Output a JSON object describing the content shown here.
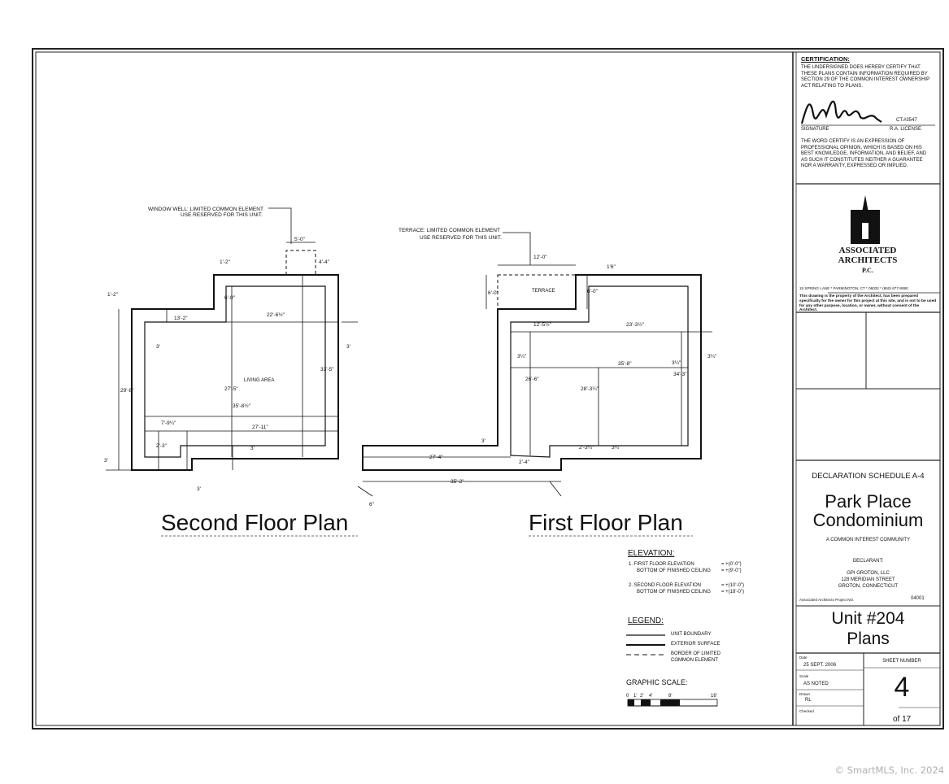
{
  "certification": {
    "title": "CERTIFICATION:",
    "text": "THE UNDERSIGNED DOES HEREBY CERTIFY THAT THESE PLANS CONTAIN INFORMATION REQUIRED BY SECTION 29 OF THE COMMON INTEREST OWNERSHIP ACT RELATING TO PLANS.",
    "license_no": "CT.#3547",
    "signature_label": "SIGNATURE",
    "license_label": "R.A. LICENSE",
    "disclaimer": "THE WORD CERTIFY IS AN EXPRESSION OF PROFESSIONAL OPINION, WHICH IS BASED ON HIS BEST KNOWLEDGE, INFORMATION, AND BELIEF, AND AS SUCH IT CONSTITUTES NEITHER A GUARANTEE NOR A WARRANTY, EXPRESSED OR IMPLIED."
  },
  "architect": {
    "name_line1": "ASSOCIATED",
    "name_line2": "ARCHITECTS",
    "suffix": "P.C.",
    "address": "15 SPRING LANE * FARMINGTON, CT * 06032 * (860) 677-8890",
    "notice": "This drawing is the property of the Architect, has been prepared specifically for the owner for this project at this site, and is not to be used for any other purpose, location, or owner, without consent of the Architect."
  },
  "project": {
    "schedule": "DECLARATION SCHEDULE A-4",
    "name_line1": "Park Place",
    "name_line2": "Condominium",
    "subtitle": "A COMMON INTEREST COMMUNITY",
    "declarant_label": "DECLARANT:",
    "declarant_name": "GPI GROTON, LLC",
    "declarant_street": "128 MERIDIAN STREET",
    "declarant_city": "GROTON, CONNECTICUT",
    "project_no_label": "Associated Architects Project NO.",
    "project_no": "04001",
    "unit_title_line1": "Unit #204",
    "unit_title_line2": "Plans",
    "date_label": "Date",
    "date": "25 SEPT. 2006",
    "scale_label": "Scale",
    "scale": "AS NOTED",
    "drawn_label": "Drawn",
    "drawn": "RL",
    "checked_label": "Checked",
    "sheet_number_label": "SHEET NUMBER",
    "sheet_number": "4",
    "sheet_of": "of 17"
  },
  "elevation": {
    "title": "ELEVATION:",
    "line1a": "1. FIRST FLOOR ELEVATION",
    "line1a_val": "= +(0'-0\")",
    "line1b": "BOTTOM OF FINISHED CEILING",
    "line1b_val": "= +(9'-0\")",
    "line2a": "2. SECOND FLOOR ELEVATION",
    "line2a_val": "= +(10'-0\")",
    "line2b": "BOTTOM OF FINISHED CEILING",
    "line2b_val": "= +(18'-0\")"
  },
  "legend": {
    "title": "LEGEND:",
    "items": [
      "UNIT BOUNDARY",
      "EXTERIOR SURFACE",
      "BORDER OF LIMITED",
      "COMMON ELEMENT"
    ]
  },
  "graphic_scale": {
    "title": "GRAPHIC SCALE:",
    "ticks": [
      "0",
      "1'",
      "2'",
      "4'",
      "8'",
      "16'"
    ]
  },
  "second_floor": {
    "title": "Second Floor Plan",
    "note_line1": "WINDOW WELL: LIMITED COMMON ELEMENT",
    "note_line2": "USE RESERVED FOR THIS UNIT.",
    "room": "LIVING AREA",
    "dims": {
      "d1": "5'-0\"",
      "d2": "4'-4\"",
      "d3": "1'-2\"",
      "d4": "1'-2\"",
      "d5": "6'-0\"",
      "d6": "13'-2\"",
      "d7": "22'-6½\"",
      "d8": "3'",
      "d9": "3'",
      "d10": "33'-5\"",
      "d11": "27'-5\"",
      "d12": "29'-8\"",
      "d13": "35'-8½\"",
      "d14": "7'-9¼\"",
      "d15": "27'-11\"",
      "d16": "2'-3\"",
      "d17": "3'",
      "d18": "3'",
      "d19": "3'"
    }
  },
  "first_floor": {
    "title": "First Floor Plan",
    "note_line1": "TERRACE: LIMITED COMMON ELEMENT",
    "note_line2": "USE RESERVED FOR THIS UNIT.",
    "terrace": "TERRACE",
    "dims": {
      "d1": "12'-0\"",
      "d2": "6'-0\"",
      "d3": "6'-0\"",
      "d4": "1'6\"",
      "d5": "12'-5½\"",
      "d6": "23'-3½\"",
      "d7": "3¼\"",
      "d8": "3¼\"",
      "d9": "3¼\"",
      "d10": "35'-8\"",
      "d11": "26'-6\"",
      "d12": "28'-3¼\"",
      "d13": "34'-3\"",
      "d14": "3'",
      "d15": "2'-3¼\"",
      "d16": "3¼\"",
      "d17": "2'-4\"",
      "d18": "27'-4\"",
      "d19": "35'-2\"",
      "d20": "6\""
    }
  },
  "copyright": "© SmartMLS, Inc. 2024"
}
